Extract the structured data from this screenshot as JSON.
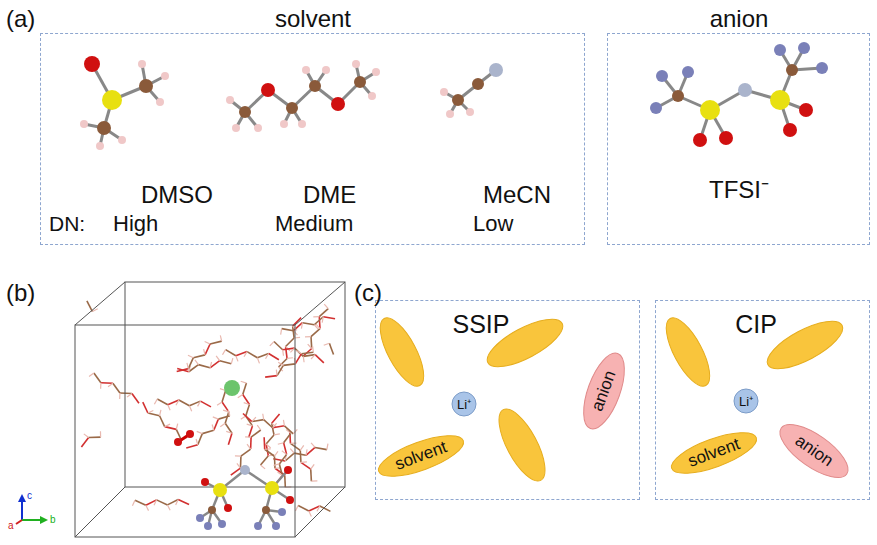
{
  "diagram": {
    "nodes": [
      {
        "text": [
          "solvent",
          "DMSO",
          "DME",
          "MeCN",
          "DN:",
          "High",
          "Medium",
          "Low"
        ]
      },
      {
        "text": [
          "anion",
          "TFSI⁻"
        ]
      },
      {
        "text": [
          "SSIP"
        ]
      },
      {
        "text": [
          "Li⁺"
        ],
        "in": 2
      },
      {
        "text": [
          "solvent"
        ],
        "in": 2
      },
      {
        "text": [
          "anion"
        ],
        "in": 2
      },
      {
        "text": [
          "CIP"
        ]
      },
      {
        "text": [
          "Li⁺"
        ],
        "in": 6
      },
      {
        "text": [
          "solvent"
        ],
        "in": 6
      },
      {
        "text": [
          "anion"
        ],
        "in": 6
      }
    ],
    "edges": [],
    "labels": [
      "(a)",
      "(b)",
      "(c)",
      "c",
      "b",
      "a"
    ]
  }
}
